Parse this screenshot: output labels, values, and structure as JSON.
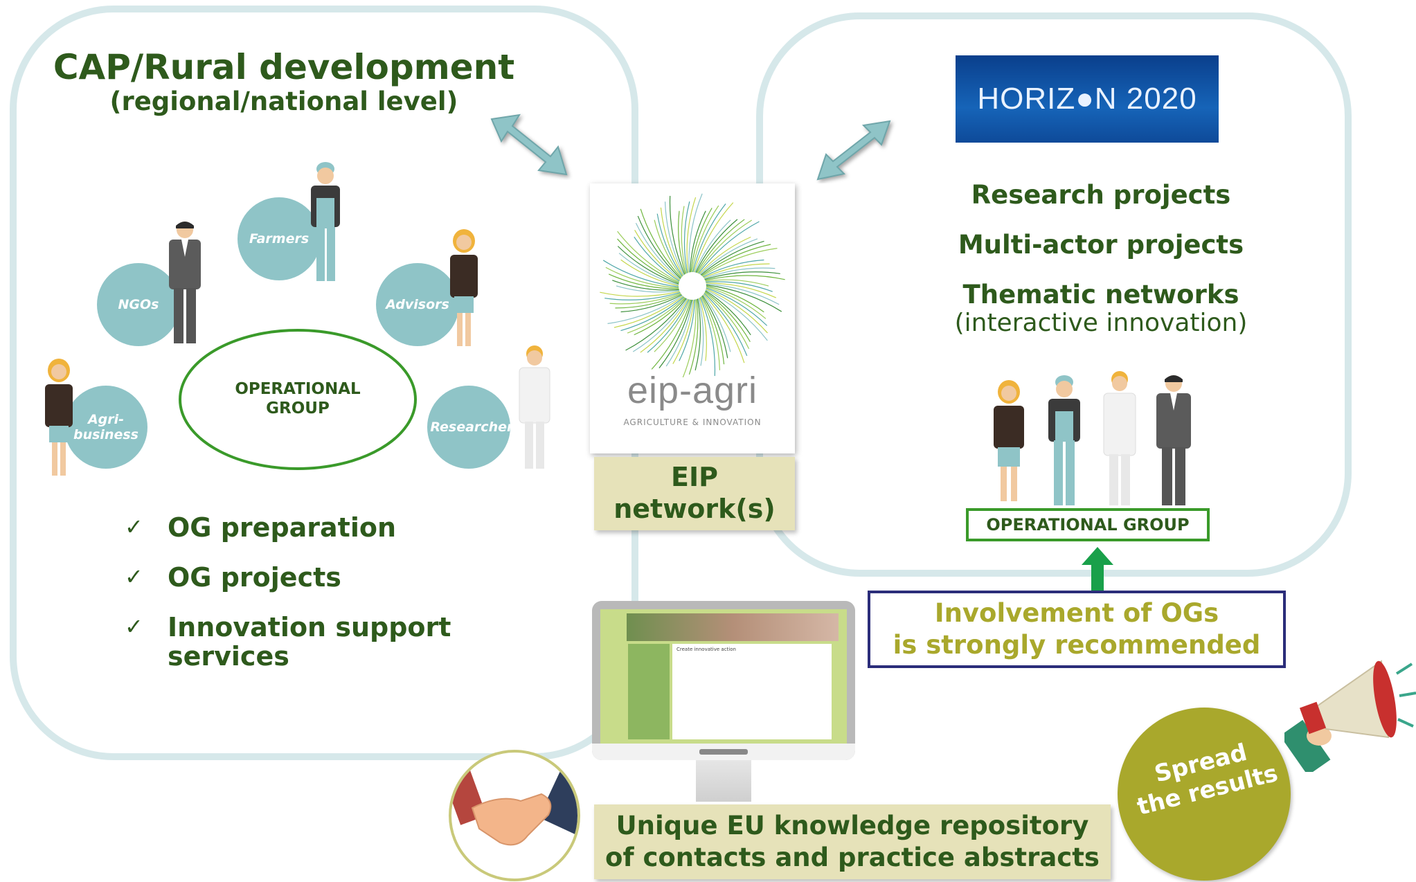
{
  "left_panel": {
    "title": "CAP/Rural development",
    "subtitle": "(regional/national level)",
    "actors": {
      "farmers": "Farmers",
      "ngos": "NGOs",
      "advisors": "Advisors",
      "agribusiness_line1": "Agri-",
      "agribusiness_line2": "business",
      "researchers": "Researchers"
    },
    "og_line1": "OPERATIONAL",
    "og_line2": "GROUP",
    "checklist": [
      "OG preparation",
      "OG projects",
      "Innovation support",
      "services"
    ]
  },
  "center": {
    "logo_name": "eip-agri",
    "logo_tagline": "AGRICULTURE & INNOVATION",
    "eip_line1": "EIP",
    "eip_line2": "network(s)"
  },
  "right_panel": {
    "horizon_logo": "HORIZ●N 2020",
    "items": [
      "Research projects",
      "Multi-actor projects",
      "Thematic networks"
    ],
    "thematic_note": "(interactive innovation)",
    "og_label": "OPERATIONAL GROUP"
  },
  "involvement": {
    "line1": "Involvement of OGs",
    "line2": "is strongly recommended"
  },
  "screen": {
    "heading": "Create innovative action"
  },
  "repository": {
    "line1": "Unique EU knowledge repository",
    "line2": "of contacts and practice abstracts"
  },
  "spread": {
    "line1": "Spread",
    "line2": "the results"
  },
  "colors": {
    "dark_green": "#2e5a1c",
    "olive": "#a9a82c",
    "teal": "#8fc4c7",
    "panel_border": "#d6e8ea",
    "navy": "#2b2d7a",
    "og_green": "#3a9a2a"
  },
  "icons": [
    "double-arrow-icon",
    "person-icon",
    "megaphone-icon",
    "handshake-icon",
    "monitor-icon",
    "up-arrow-icon",
    "check-icon"
  ]
}
